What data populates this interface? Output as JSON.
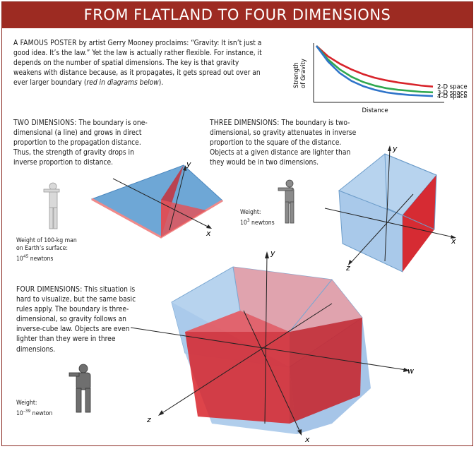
{
  "banner": {
    "title": "FROM FLATLAND TO FOUR DIMENSIONS"
  },
  "intro": {
    "lead": "A FAMOUS POSTER",
    "text": " by artist Gerry Mooney proclaims: “Gravity: It isn’t just a good idea. It’s the law.” Yet the law is actually rather flexible. For instance, it depends on the number of spatial dimensions. The key is that gravity weakens with distance because, as it propagates, it gets spread out over an ever larger boundary (",
    "emph": "red in diagrams below",
    "close": ")."
  },
  "two_d": {
    "lead": "TWO DIMENSIONS:",
    "text": " The boundary is one-dimensional (a line) and grows in direct proportion to the propagation distance. Thus, the strength of gravity drops in inverse proportion to distance.",
    "weight_caption_1": "Weight of 100-kg man",
    "weight_caption_2": "on Earth’s surface:",
    "weight_value": "10",
    "weight_exp": "45",
    "weight_unit": " newtons",
    "axis_x": "x",
    "axis_y": "y"
  },
  "three_d": {
    "lead": "THREE DIMENSIONS:",
    "text": " The boundary is two-dimensional, so gravity attenuates in inverse proportion to the square of the distance. Objects at a given distance are lighter than they would be in two dimensions.",
    "weight_label": "Weight:",
    "weight_value": "10",
    "weight_exp": "3",
    "weight_unit": " newtons",
    "axis_x": "x",
    "axis_y": "y",
    "axis_z": "z"
  },
  "four_d": {
    "lead": "FOUR DIMENSIONS:",
    "text": " This situation is hard to visualize, but the same basic rules apply. The boundary is three-dimensional, so gravity follows an inverse-cube law. Objects are even lighter than they were in three dimensions.",
    "weight_label": "Weight:",
    "weight_value": "10",
    "weight_exp": "–39",
    "weight_unit": " newton",
    "axis_x": "x",
    "axis_y": "y",
    "axis_z": "z",
    "axis_w": "w"
  },
  "colors": {
    "banner": "#9d2b22",
    "boundary_red": "#d8232a",
    "plane_blue": "#5b9bd5",
    "line_2d": "#d8232a",
    "line_3d": "#2fa84f",
    "line_4d": "#2f74c9"
  },
  "chart_data": {
    "type": "line",
    "title": "",
    "xlabel": "Distance",
    "ylabel": "Strength of Gravity",
    "grid": false,
    "legend": "end-of-line labels",
    "x": [
      0,
      0.1,
      0.2,
      0.3,
      0.4,
      0.5,
      0.6,
      0.7,
      0.8,
      0.9,
      1.0
    ],
    "series": [
      {
        "name": "2-D space",
        "color": "#d8232a",
        "values": [
          1.0,
          0.8,
          0.66,
          0.55,
          0.46,
          0.39,
          0.34,
          0.3,
          0.27,
          0.24,
          0.22
        ]
      },
      {
        "name": "3-D space",
        "color": "#2fa84f",
        "values": [
          1.0,
          0.74,
          0.55,
          0.41,
          0.31,
          0.24,
          0.19,
          0.16,
          0.14,
          0.12,
          0.11
        ]
      },
      {
        "name": "4-D space",
        "color": "#2f74c9",
        "values": [
          1.0,
          0.7,
          0.48,
          0.33,
          0.23,
          0.16,
          0.11,
          0.08,
          0.06,
          0.05,
          0.04
        ]
      }
    ]
  }
}
